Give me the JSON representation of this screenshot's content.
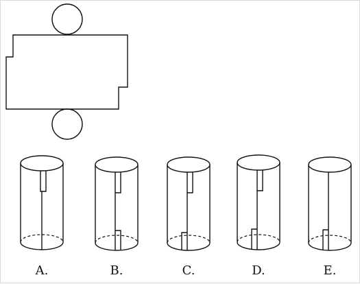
{
  "net": {
    "top_circle": "circle",
    "rectangle": "rectangle-with-notches",
    "bottom_circle": "circle"
  },
  "options": [
    {
      "label": "A."
    },
    {
      "label": "B."
    },
    {
      "label": "C."
    },
    {
      "label": "D."
    },
    {
      "label": "E."
    }
  ]
}
